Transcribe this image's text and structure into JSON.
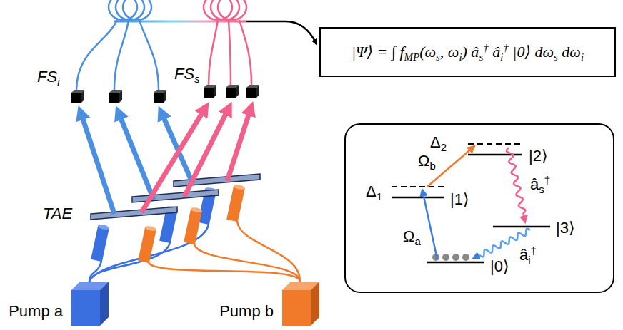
{
  "diagram": {
    "nodes": [
      {
        "text": [
          "|Ψ⟩ = ∫ fMP(ωs, ωi) âs† âi† |0⟩ dωs dωi"
        ]
      },
      {
        "text": [
          "Δ2",
          "|2⟩",
          "Ωb",
          "Δ1",
          "|1⟩",
          "|3⟩",
          "âs†",
          "âi†",
          "Ωa",
          "|0⟩"
        ]
      },
      {
        "text": [
          "Pump a"
        ]
      },
      {
        "text": [
          "Pump b"
        ]
      }
    ],
    "labels": [
      "FSi",
      "FSs",
      "TAE"
    ]
  }
}
